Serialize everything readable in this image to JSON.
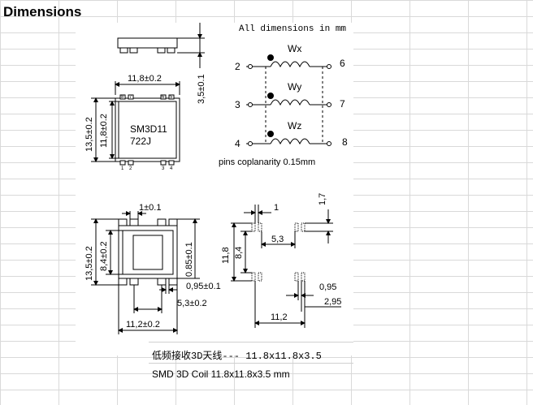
{
  "heading": "Dimensions",
  "drawing": {
    "units_note": "All dimensions in mm",
    "top_view": {
      "width": "11,8±0.2",
      "height_outer": "13,5±0.2",
      "height_inner": "11,8±0.2",
      "marking_line1": "SM3D11",
      "marking_line2": "722J",
      "pins_top": [
        "8",
        "7",
        "6",
        "5"
      ],
      "pins_bottom": [
        "1",
        "2",
        "3",
        "4"
      ]
    },
    "side_view": {
      "height": "3,5±0.1"
    },
    "schematic": {
      "coils": [
        {
          "name": "Wx",
          "left_pin": "2",
          "right_pin": "6"
        },
        {
          "name": "Wy",
          "left_pin": "3",
          "right_pin": "7"
        },
        {
          "name": "Wz",
          "left_pin": "4",
          "right_pin": "8"
        }
      ],
      "coplanarity": "pins coplanarity 0.15mm"
    },
    "bottom_view": {
      "pin_width": "1±0.1",
      "outer_height": "13,5±0.2",
      "inner_height": "8,4±0.2",
      "pin_len": "0.85±0.1",
      "pin_gap": "0,95±0.1",
      "pitch": "5,3±0.2",
      "base_width": "11,2±0.2"
    },
    "land_pattern": {
      "pad_width": "1",
      "pad_height": "1,7",
      "outer_height": "11,8",
      "inner_height": "8,4",
      "pitch": "5,3",
      "gap": "0,95",
      "span": "2,95",
      "base": "11,2"
    }
  },
  "captions": {
    "chinese": "低频接收3D天线--- 11.8x11.8x3.5",
    "english": "SMD 3D Coil 11.8x11.8x3.5 mm"
  }
}
